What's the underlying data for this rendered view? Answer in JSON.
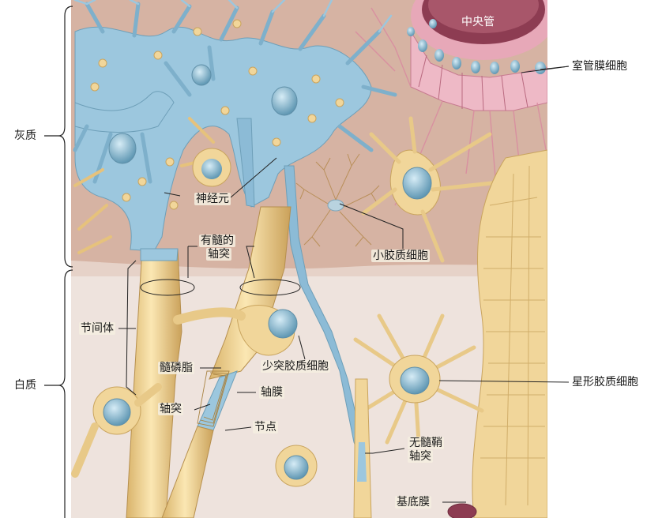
{
  "labels": {
    "gray_matter": "灰质",
    "white_matter": "白质",
    "central_canal": "中央管",
    "ependymal_cell": "室管膜细胞",
    "neuron": "神经元",
    "microglia": "小胶质细胞",
    "myelinated_axon_line1": "有髓的",
    "myelinated_axon_line2": "轴突",
    "internode": "节间体",
    "oligodendrocyte": "少突胶质细胞",
    "myelin": "髓磷脂",
    "axolemma": "轴膜",
    "axon": "轴突",
    "node": "节点",
    "astrocyte": "星形胶质细胞",
    "unmyelinated_line1": "无髓鞘",
    "unmyelinated_line2": "轴突",
    "basement_membrane": "基底膜"
  },
  "colors": {
    "gray_bg": "#d8b7a6",
    "white_bg": "#efe4de",
    "neuron_blue": "#9cc7de",
    "glia_yellow": "#f1d69a",
    "glia_edge": "#c9a45e",
    "ependymal_pink": "#e7a8b8",
    "canal_dark": "#8a3a4e",
    "nucleus": "#7fb3cc"
  }
}
